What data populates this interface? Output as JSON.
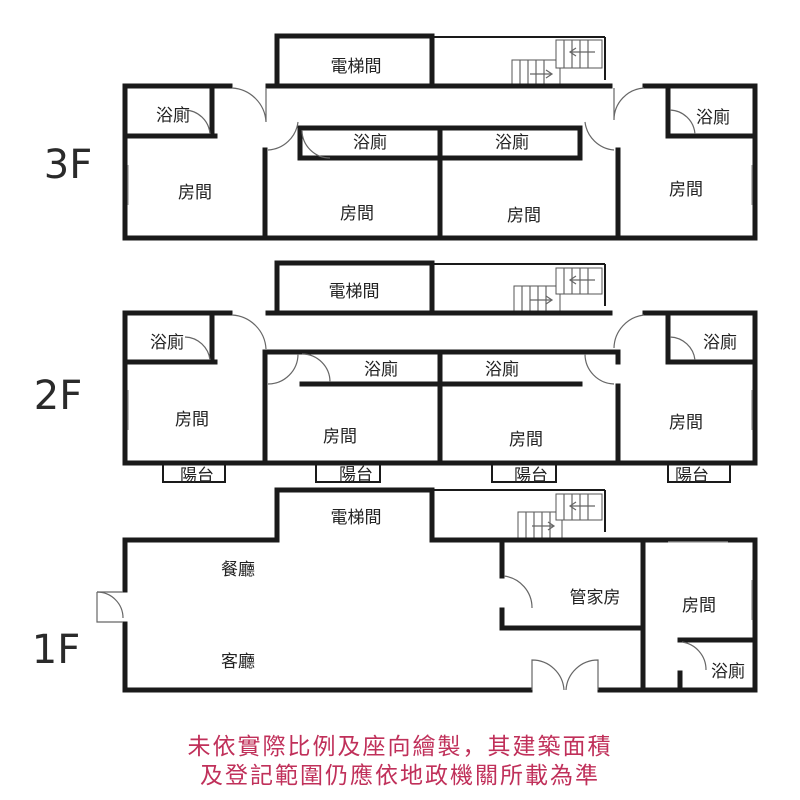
{
  "floors": {
    "f3": {
      "label": "3F",
      "elevator": "電梯間",
      "bath_left": "浴廁",
      "bath_mid_left": "浴廁",
      "bath_mid_right": "浴廁",
      "bath_right": "浴廁",
      "room_left": "房間",
      "room_mid_left": "房間",
      "room_mid_right": "房間",
      "room_right": "房間"
    },
    "f2": {
      "label": "2F",
      "elevator": "電梯間",
      "bath_left": "浴廁",
      "bath_mid_left": "浴廁",
      "bath_mid_right": "浴廁",
      "bath_right": "浴廁",
      "room_left": "房間",
      "room_mid_left": "房間",
      "room_mid_right": "房間",
      "room_right": "房間",
      "balcony_1": "陽台",
      "balcony_2": "陽台",
      "balcony_3": "陽台",
      "balcony_4": "陽台"
    },
    "f1": {
      "label": "1F",
      "elevator": "電梯間",
      "dining": "餐廳",
      "living": "客廳",
      "housekeeper": "管家房",
      "room": "房間",
      "bath": "浴廁"
    }
  },
  "disclaimer": {
    "line1": "未依實際比例及座向繪製，其建築面積",
    "line2": "及登記範圍仍應依地政機關所載為準"
  },
  "colors": {
    "wall": "#1a1a1a",
    "disclaimer_text": "#c0305a",
    "background": "#ffffff"
  }
}
